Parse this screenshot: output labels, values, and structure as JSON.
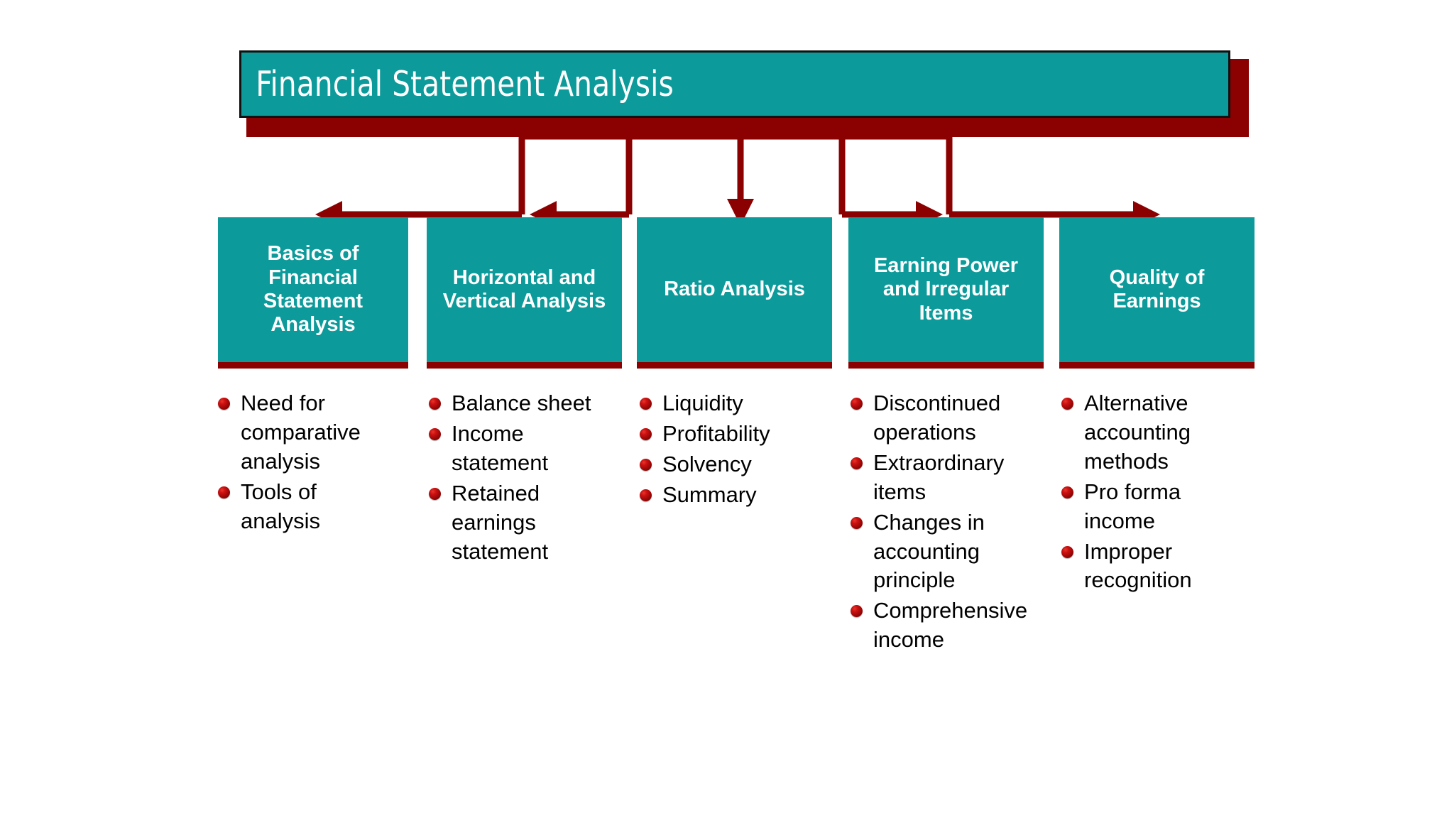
{
  "title": {
    "text": "Financial Statement Analysis"
  },
  "colors": {
    "teal": "#0d9a9a",
    "dark_red": "#8b0000",
    "bullet_red": "#cc1111",
    "title_text": "#ffffff",
    "box_text": "#ffffff",
    "body_text": "#000000",
    "background": "#ffffff"
  },
  "branches": [
    {
      "id": "basics",
      "heading": "Basics of Financial Statement Analysis",
      "arrow": "arrow-left",
      "bullets": [
        "Need for comparative analysis",
        "Tools of analysis"
      ]
    },
    {
      "id": "horizontal-vertical",
      "heading": "Horizontal and Vertical Analysis",
      "arrow": "arrow-left",
      "bullets": [
        "Balance sheet",
        "Income statement",
        "Retained earnings statement"
      ]
    },
    {
      "id": "ratio-analysis",
      "heading": "Ratio Analysis",
      "arrow": "arrow-down",
      "bullets": [
        "Liquidity",
        "Profitability",
        "Solvency",
        "Summary"
      ]
    },
    {
      "id": "earning-power",
      "heading": "Earning Power and Irregular Items",
      "arrow": "arrow-right",
      "bullets": [
        "Discontinued operations",
        "Extraordinary items",
        "Changes in accounting principle",
        "Comprehensive income"
      ]
    },
    {
      "id": "quality-of-earnings",
      "heading": "Quality of Earnings",
      "arrow": "arrow-right",
      "bullets": [
        "Alternative accounting methods",
        "Pro forma income",
        "Improper recognition"
      ]
    }
  ]
}
